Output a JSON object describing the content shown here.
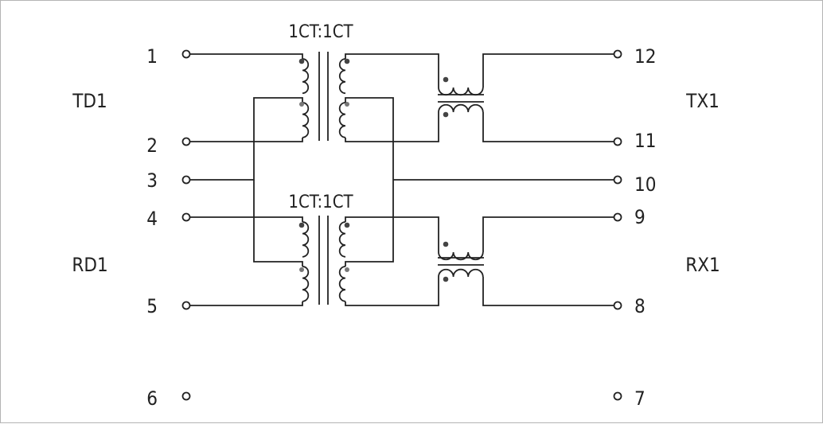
{
  "transformers": [
    {
      "ratio": "1CT:1CT"
    },
    {
      "ratio": "1CT:1CT"
    }
  ],
  "pins": [
    "1",
    "2",
    "3",
    "4",
    "5",
    "6",
    "7",
    "8",
    "9",
    "10",
    "11",
    "12"
  ],
  "groups": {
    "td": "TD1",
    "rd": "RD1",
    "tx": "TX1",
    "rx": "RX1"
  },
  "colors": {
    "line": "#222222",
    "dot_primary": "#444444",
    "dot_secondary": "#777777",
    "border": "#b4b4b4"
  }
}
